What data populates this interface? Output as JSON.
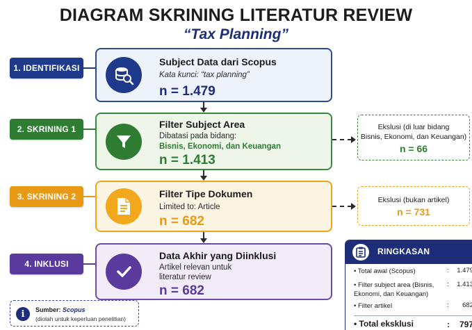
{
  "title": "DIAGRAM SKRINING LITERATUR REVIEW",
  "subtitle": "“Tax Planning”",
  "colors": {
    "navy": "#1d2d78",
    "blue": "#1f3a8a",
    "green": "#2e7d32",
    "green_light": "#eef6ea",
    "orange": "#f0a419",
    "orange_light": "#fdf5e4",
    "purple": "#5b3a9e",
    "purple_light": "#f1ecf8",
    "blue_light": "#eef2fb"
  },
  "stages": [
    {
      "label": "1. IDENTIFIKASI",
      "icon": "database-search-icon",
      "title": "Subject Data dari Scopus",
      "lines": [
        "Kata kunci: “tax planning”"
      ],
      "highlight": "",
      "count": "n = 1.479"
    },
    {
      "label": "2. SKRINING 1",
      "icon": "funnel-icon",
      "title": "Filter Subject Area",
      "lines": [
        "Dibatasi pada bidang:"
      ],
      "highlight": "Bisnis, Ekonomi, dan Keuangan",
      "count": "n = 1.413"
    },
    {
      "label": "3. SKRINING 2",
      "icon": "document-icon",
      "title": "Filter Tipe Dokumen",
      "lines": [
        "Limited to: Article"
      ],
      "highlight": "",
      "count": "n = 682"
    },
    {
      "label": "4.  INKLUSI",
      "icon": "checkmark-icon",
      "title": "Data Akhir yang Diinklusi",
      "lines": [
        "Artikel relevan untuk",
        "literatur review"
      ],
      "highlight": "",
      "count": "n = 682"
    }
  ],
  "exclusions": [
    {
      "lines": [
        "Ekslusi (di luar bidang",
        "Bisnis, Ekonomi, dan Keuangan)"
      ],
      "count": "n = 66"
    },
    {
      "lines": [
        "Ekslusi (bukan artikel)"
      ],
      "count": "n = 731"
    }
  ],
  "source": {
    "label": "Sumber:",
    "name": "Scopus",
    "note": "(diolah untuk keperluan penelitian)"
  },
  "summary": {
    "title": "RINGKASAN",
    "rows": [
      {
        "label": "• Total awal (Scopus)",
        "value": "1.479"
      },
      {
        "label": "• Filter subject area (Bisnis, Ekonomi, dan Keuangan)",
        "value": "1.413"
      },
      {
        "label": "• Filter artikel",
        "value": "682"
      }
    ],
    "total_label": "• Total eksklusi",
    "total_colon": ":",
    "total_value": "797"
  }
}
